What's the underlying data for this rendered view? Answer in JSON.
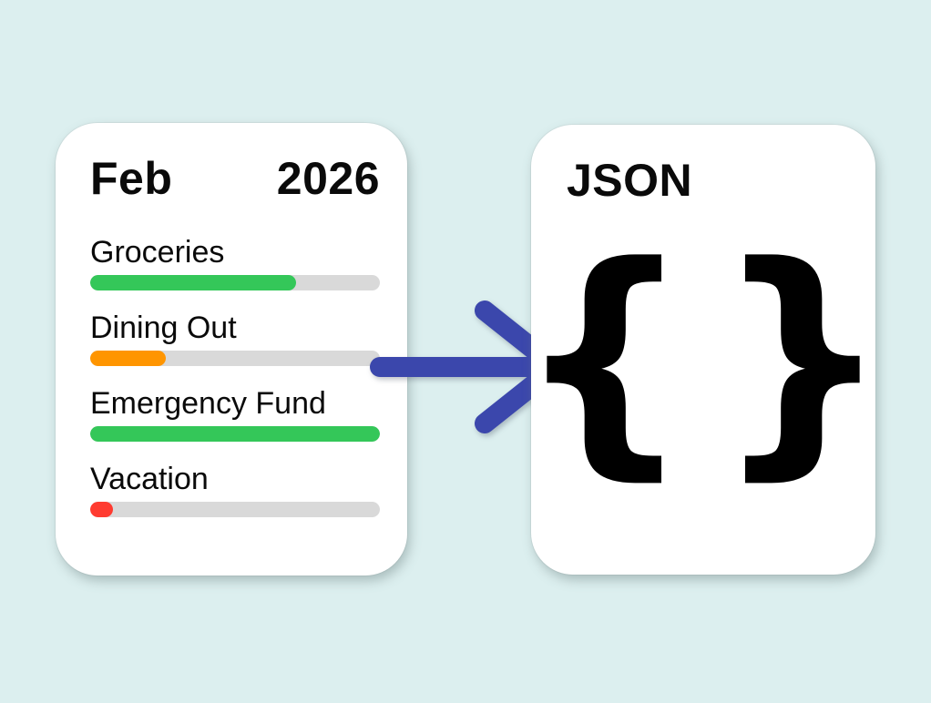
{
  "colors": {
    "background": "#DCEFEF",
    "card": "#FFFFFF",
    "track": "#D9D9D9",
    "arrow": "#3B47AC",
    "green": "#34C759",
    "orange": "#FF9500",
    "red": "#FF3B30"
  },
  "budget_card": {
    "month": "Feb",
    "year": "2026",
    "items": [
      {
        "label": "Groceries",
        "progress_percent": 71,
        "color": "#34C759"
      },
      {
        "label": "Dining Out",
        "progress_percent": 26,
        "color": "#FF9500"
      },
      {
        "label": "Emergency Fund",
        "progress_percent": 100,
        "color": "#34C759"
      },
      {
        "label": "Vacation",
        "progress_percent": 8,
        "color": "#FF3B30"
      }
    ]
  },
  "arrow": {
    "icon": "right-arrow"
  },
  "json_card": {
    "title": "JSON",
    "open_brace": "{",
    "close_brace": "}"
  }
}
